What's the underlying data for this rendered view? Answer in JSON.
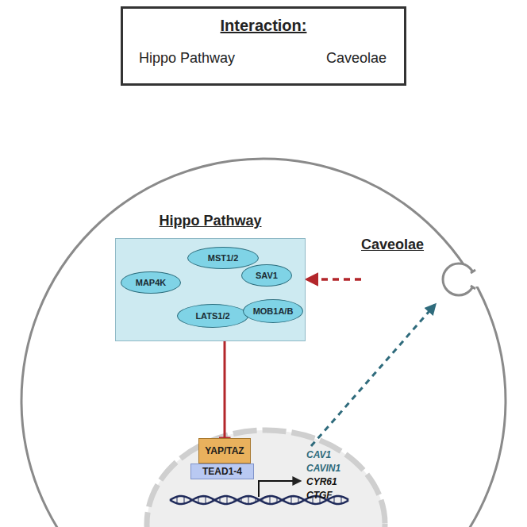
{
  "diagram": {
    "nodes": [
      {
        "text": [
          "Interaction:",
          "Hippo Pathway",
          "Caveolae"
        ]
      },
      {
        "text": [
          "Hippo Pathway"
        ]
      },
      {
        "text": [
          "MST1/2"
        ],
        "in": 1
      },
      {
        "text": [
          "SAV1"
        ],
        "in": 1
      },
      {
        "text": [
          "MAP4K"
        ],
        "in": 1
      },
      {
        "text": [
          "LATS1/2"
        ],
        "in": 1
      },
      {
        "text": [
          "MOB1A/B"
        ],
        "in": 1
      },
      {
        "text": [
          "YAP/TAZ"
        ]
      },
      {
        "text": [
          "TEAD1-4"
        ]
      },
      {
        "text": [
          "Caveolae"
        ]
      }
    ],
    "edges": [
      {
        "from": 4,
        "to": 5,
        "arrow": "to"
      },
      {
        "from": 2,
        "to": 5,
        "arrow": "to"
      },
      {
        "from": 1,
        "to": 7,
        "arrow": "to"
      },
      {
        "from": 9,
        "to": 1,
        "arrow": "to"
      }
    ],
    "labels": [
      "CAV1",
      "CAVIN1",
      "CYR61",
      "CTGF"
    ]
  }
}
